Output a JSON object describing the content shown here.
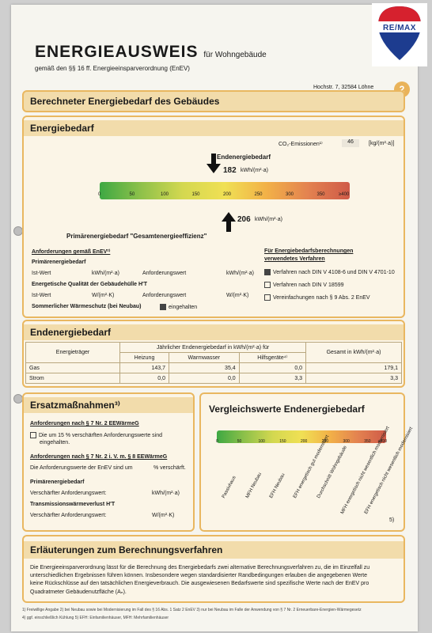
{
  "header": {
    "title": "ENERGIEAUSWEIS",
    "title_suffix": "für Wohngebäude",
    "subtitle": "gemäß den §§ 16 ff. Energieeinsparverordnung (EnEV)",
    "address": "Hochstr. 7, 32584 Löhne",
    "page_number": "2",
    "logo_text": "RE/MAX",
    "section_heading": "Berechneter Energiebedarf des Gebäudes"
  },
  "energiebedarf": {
    "heading": "Energiebedarf",
    "co2_label": "CO₂-Emissionen¹⁾",
    "co2_value": "46",
    "co2_unit": "[kg/(m²·a)]",
    "end_label": "Endenergiebedarf",
    "end_value": "182",
    "end_unit": "kWh/(m²·a)",
    "prim_value": "206",
    "prim_unit": "kWh/(m²·a)",
    "prim_label": "Primärenergiebedarf \"Gesamtenergieeffizienz\"",
    "scale_ticks": [
      "0",
      "50",
      "100",
      "150",
      "200",
      "250",
      "300",
      "350",
      "≥400"
    ],
    "endenergie_marker_value": 182,
    "primaerenergie_marker_value": 206,
    "scale_max": 400,
    "req_heading": "Anforderungen gemäß EnEV²⁾",
    "req_prim": "Primärenergiebedarf",
    "ist_wert": "Ist-Wert",
    "unit_kwh": "kWh/(m²·a)",
    "anf_wert": "Anforderungswert",
    "qual_label": "Energetische Qualität der Gebäudehülle H'T",
    "unit_wk": "W/(m²·K)",
    "sommer": "Sommerlicher Wärmeschutz (bei Neubau)",
    "eingehalten": "eingehalten",
    "verf_heading1": "Für Energiebedarfsberechnungen",
    "verf_heading2": "verwendetes Verfahren",
    "verf_1": "Verfahren nach DIN V 4108-6 und DIN V 4701-10",
    "verf_2": "Verfahren nach DIN V 18599",
    "verf_3": "Vereinfachungen nach § 9 Abs. 2 EnEV"
  },
  "endenergiebedarf": {
    "heading": "Endenergiebedarf",
    "header_top": "Jährlicher Endenergiebedarf in kWh/(m²·a) für",
    "col_traeger": "Energieträger",
    "col_heizung": "Heizung",
    "col_ww": "Warmwasser",
    "col_hilf": "Hilfsgeräte⁴⁾",
    "col_gesamt": "Gesamt in kWh/(m²·a)",
    "rows": [
      {
        "traeger": "Gas",
        "heizung": "143,7",
        "ww": "35,4",
        "hilf": "0,0",
        "gesamt": "179,1"
      },
      {
        "traeger": "Strom",
        "heizung": "0,0",
        "ww": "0,0",
        "hilf": "3,3",
        "gesamt": "3,3"
      }
    ]
  },
  "ersatz": {
    "heading": "Ersatzmaßnahmen³⁾",
    "a1": "Anforderungen nach § 7 Nr. 2 EEWärmeG",
    "a1_opt1": "Die um 15 % verschärften Anforderungswerte sind",
    "a1_opt2": "eingehalten.",
    "a2": "Anforderungen nach § 7 Nr. 2 i. V. m. § 8 EEWärmeG",
    "a2_text": "Die Anforderungswerte der EnEV sind um",
    "a2_pct": "% verschärft.",
    "prim": "Primärenergiebedarf",
    "versch": "Verschärfter Anforderungswert:",
    "unit_kwh": "kWh/(m²·a)",
    "trans": "Transmissionswärmeverlust H'T",
    "unit_wk": "W/(m²·K)"
  },
  "vergleich": {
    "heading": "Vergleichswerte Endenergiebedarf",
    "scale_ticks": [
      "0",
      "50",
      "100",
      "150",
      "200",
      "250",
      "300",
      "350",
      "≥400"
    ],
    "labels": [
      "Passivhaus",
      "MFH Neubau",
      "EFH Neubau",
      "EFH energetisch gut modernisiert",
      "Durchschnitt Wohngebäude",
      "MFH energetisch nicht wesentlich modernisiert",
      "EFH energetisch nicht wesentlich modernisiert"
    ],
    "footnote": "5)"
  },
  "erlaeuterung": {
    "heading": "Erläuterungen zum Berechnungsverfahren",
    "line1": "Die Energieeinsparverordnung lässt für die Berechnung des Energiebedarfs zwei alternative Berechnungsverfahren zu, die im Einzelfall zu",
    "line2": "unterschiedlichen Ergebnissen führen können. Insbesondere wegen standardisierter Randbedingungen erlauben die angegebenen Werte",
    "line3": "keine Rückschlüsse auf den tatsächlichen Energieverbrauch. Die ausgewiesenen Bedarfswerte sind spezifische Werte nach der EnEV pro",
    "line4": "Quadratmeter Gebäudenutzfläche (Aₙ)."
  },
  "footnotes": {
    "f1": "1) Freiwillige Angabe   2) bei Neubau sowie bei Modernisierung im Fall des § 16 Abs. 1 Satz 2 EnEV   3) nur bei Neubau im Falle der Anwendung von § 7 Nr. 2 Erneuerbare-Energien-Wärmegesetz",
    "f2": "4) ggf. einschließlich Kühlung   5) EFH: Einfamilienhäuser, MFH: Mehrfamilienhäuser"
  },
  "colors": {
    "accent": "#e9b760",
    "band": "#f2dcab"
  }
}
